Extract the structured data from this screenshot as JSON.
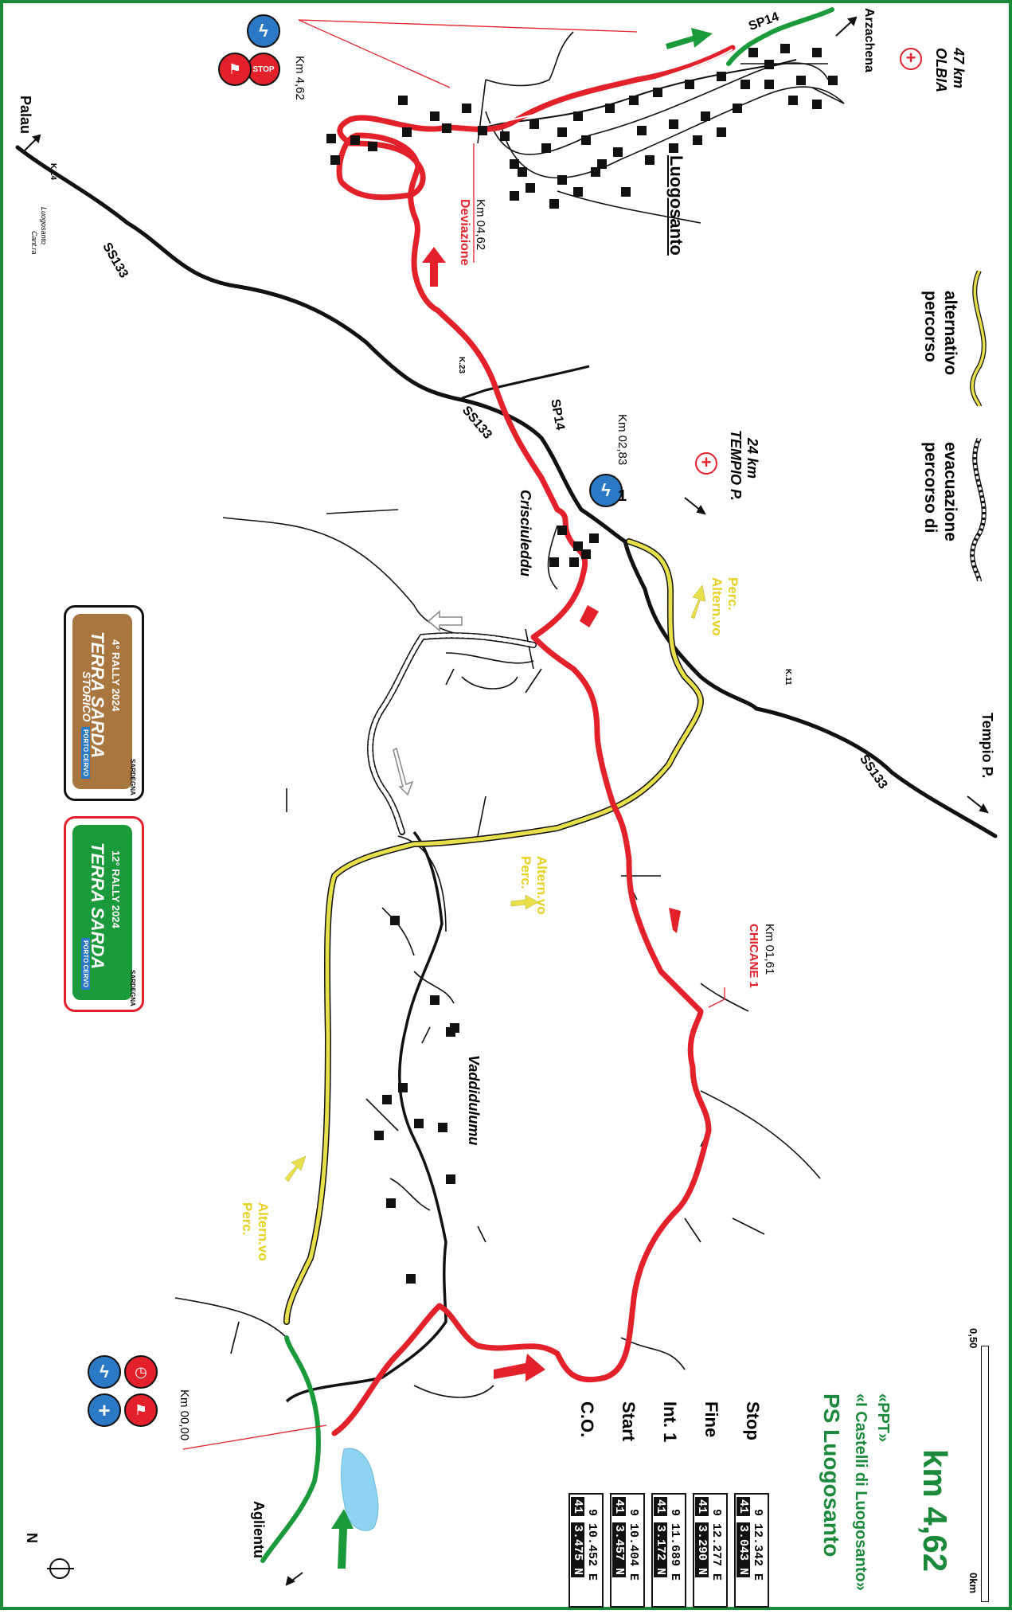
{
  "map": {
    "colors": {
      "border": "#1a8a3a",
      "route_red": "#e3212a",
      "route_green": "#1a9a3a",
      "alt_yellow": "#e8e04a",
      "evac_grey": "#b8b8b8",
      "road_black": "#111111",
      "lake_blue": "#8ed3f0",
      "title_green": "#1a8a3a"
    },
    "places": {
      "palau": "Palau",
      "arzachena": "Arzachena",
      "olbia": "OLBIA",
      "olbia_km": "47 km",
      "luogosanto": "Luogosanto",
      "tempio_hosp": "TEMPIO P.",
      "tempio_hosp_km": "24 km",
      "tempio": "Tempio P.",
      "crisciuleddu": "Crisciuleddu",
      "vaddidulumu": "Vaddidulumu",
      "aglientu": "Aglientu"
    },
    "roads": {
      "ss133_a": "SS133",
      "ss133_b": "SS133",
      "ss133_c": "SS133",
      "sp14_top": "SP14",
      "sp14_mid": "SP14",
      "k24": "K.24",
      "cantra": "Cant.ra",
      "cantra_sub": "Luogosanto",
      "k23": "K.23",
      "k11": "K.11"
    },
    "markers": {
      "km_462": "Km 4,62",
      "deviazione": "Deviazione",
      "deviazione_km": "Km 04,62",
      "km_283": "Km 02,83",
      "chicane": "CHICANE 1",
      "chicane_km": "Km 01,61",
      "km_000": "Km 00,00",
      "perc_alt_1a": "Perc.",
      "perc_alt_1b": "Altern.vo",
      "perc_alt_2a": "Perc.",
      "perc_alt_2b": "Altern.vo",
      "perc_alt_3a": "Perc.",
      "perc_alt_3b": "Altern.vo",
      "stop_sign": "STOP",
      "one": "1",
      "north": "N"
    },
    "legend": {
      "alt_line1": "percorso",
      "alt_line2": "alternativo",
      "evac_line1": "percorso di",
      "evac_line2": "evacuazione"
    },
    "timetable": [
      {
        "label": "C.O.",
        "lat_deg": "41",
        "lat": "3.475 N",
        "lon": "9 10.452 E"
      },
      {
        "label": "Start",
        "lat_deg": "41",
        "lat": "3.457 N",
        "lon": "9 10.404 E"
      },
      {
        "label": "Int. 1",
        "lat_deg": "41",
        "lat": "3.172 N",
        "lon": "9 11.689 E"
      },
      {
        "label": "Fine",
        "lat_deg": "41",
        "lat": "3.290 N",
        "lon": "9 12.277 E"
      },
      {
        "label": "Stop",
        "lat_deg": "41",
        "lat": "3.043 N",
        "lon": "9 12.342 E"
      }
    ],
    "title": {
      "ps": "PS Luogosanto",
      "sub1": "«I Castelli di Luogosanto»",
      "sub2": "«PPT»",
      "km": "km 4,62"
    },
    "scale": {
      "zero": "0km",
      "half": "0,50"
    },
    "logos": {
      "logo1_line1": "12° RALLY 2024",
      "logo1_line2": "TERRA SARDA",
      "logo1_sardegna": "SARDEGNA",
      "logo1_porto": "PORTO CERVO",
      "logo2_line1": "4° RALLY 2024",
      "logo2_line2": "TERRA SARDA",
      "logo2_line3": "STORICO",
      "logo2_sardegna": "SARDEGNA",
      "logo2_porto": "PORTO CERVO"
    }
  }
}
